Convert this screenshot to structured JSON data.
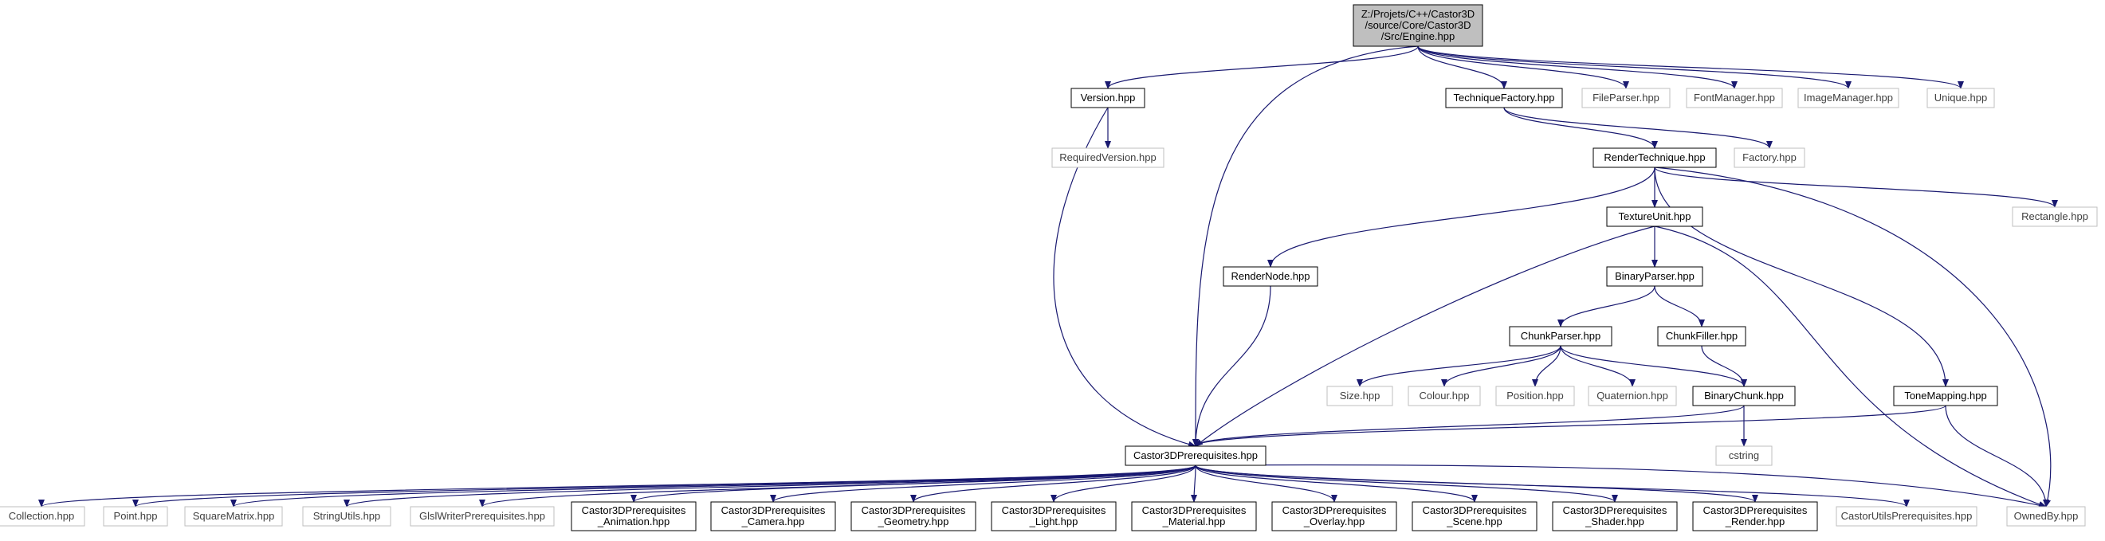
{
  "graph": {
    "colors": {
      "edge": "#191970",
      "root_fill": "#bfbfbf",
      "node_fill": "#ffffff",
      "node_border": "#000000",
      "leaf_border": "#bfbfbf",
      "node_text": "#000000",
      "leaf_text": "#404040"
    },
    "nodes": [
      {
        "id": "engine",
        "lines": [
          "Z:/Projets/C++/Castor3D",
          "/source/Core/Castor3D",
          "/Src/Engine.hpp"
        ],
        "kind": "root"
      },
      {
        "id": "version",
        "lines": [
          "Version.hpp"
        ],
        "kind": "normal"
      },
      {
        "id": "techfactory",
        "lines": [
          "TechniqueFactory.hpp"
        ],
        "kind": "normal"
      },
      {
        "id": "fileparser",
        "lines": [
          "FileParser.hpp"
        ],
        "kind": "leaf"
      },
      {
        "id": "fontmanager",
        "lines": [
          "FontManager.hpp"
        ],
        "kind": "leaf"
      },
      {
        "id": "imagemanager",
        "lines": [
          "ImageManager.hpp"
        ],
        "kind": "leaf"
      },
      {
        "id": "unique",
        "lines": [
          "Unique.hpp"
        ],
        "kind": "leaf"
      },
      {
        "id": "reqversion",
        "lines": [
          "RequiredVersion.hpp"
        ],
        "kind": "leaf"
      },
      {
        "id": "rendertech",
        "lines": [
          "RenderTechnique.hpp"
        ],
        "kind": "normal"
      },
      {
        "id": "factory",
        "lines": [
          "Factory.hpp"
        ],
        "kind": "leaf"
      },
      {
        "id": "textureunit",
        "lines": [
          "TextureUnit.hpp"
        ],
        "kind": "normal"
      },
      {
        "id": "rectangle",
        "lines": [
          "Rectangle.hpp"
        ],
        "kind": "leaf"
      },
      {
        "id": "rendernode",
        "lines": [
          "RenderNode.hpp"
        ],
        "kind": "normal"
      },
      {
        "id": "binaryparser",
        "lines": [
          "BinaryParser.hpp"
        ],
        "kind": "normal"
      },
      {
        "id": "chunkparser",
        "lines": [
          "ChunkParser.hpp"
        ],
        "kind": "normal"
      },
      {
        "id": "chunkfiller",
        "lines": [
          "ChunkFiller.hpp"
        ],
        "kind": "normal"
      },
      {
        "id": "size",
        "lines": [
          "Size.hpp"
        ],
        "kind": "leaf"
      },
      {
        "id": "colour",
        "lines": [
          "Colour.hpp"
        ],
        "kind": "leaf"
      },
      {
        "id": "position",
        "lines": [
          "Position.hpp"
        ],
        "kind": "leaf"
      },
      {
        "id": "quaternion",
        "lines": [
          "Quaternion.hpp"
        ],
        "kind": "leaf"
      },
      {
        "id": "binarychunk",
        "lines": [
          "BinaryChunk.hpp"
        ],
        "kind": "normal"
      },
      {
        "id": "tonemapping",
        "lines": [
          "ToneMapping.hpp"
        ],
        "kind": "normal"
      },
      {
        "id": "prereq",
        "lines": [
          "Castor3DPrerequisites.hpp"
        ],
        "kind": "normal"
      },
      {
        "id": "cstring",
        "lines": [
          "cstring"
        ],
        "kind": "leaf"
      },
      {
        "id": "collection",
        "lines": [
          "Collection.hpp"
        ],
        "kind": "leaf"
      },
      {
        "id": "point",
        "lines": [
          "Point.hpp"
        ],
        "kind": "leaf"
      },
      {
        "id": "squarematrix",
        "lines": [
          "SquareMatrix.hpp"
        ],
        "kind": "leaf"
      },
      {
        "id": "stringutils",
        "lines": [
          "StringUtils.hpp"
        ],
        "kind": "leaf"
      },
      {
        "id": "glslwriter",
        "lines": [
          "GlslWriterPrerequisites.hpp"
        ],
        "kind": "leaf"
      },
      {
        "id": "pre_anim",
        "lines": [
          "Castor3DPrerequisites",
          "_Animation.hpp"
        ],
        "kind": "normal"
      },
      {
        "id": "pre_camera",
        "lines": [
          "Castor3DPrerequisites",
          "_Camera.hpp"
        ],
        "kind": "normal"
      },
      {
        "id": "pre_geom",
        "lines": [
          "Castor3DPrerequisites",
          "_Geometry.hpp"
        ],
        "kind": "normal"
      },
      {
        "id": "pre_light",
        "lines": [
          "Castor3DPrerequisites",
          "_Light.hpp"
        ],
        "kind": "normal"
      },
      {
        "id": "pre_material",
        "lines": [
          "Castor3DPrerequisites",
          "_Material.hpp"
        ],
        "kind": "normal"
      },
      {
        "id": "pre_overlay",
        "lines": [
          "Castor3DPrerequisites",
          "_Overlay.hpp"
        ],
        "kind": "normal"
      },
      {
        "id": "pre_scene",
        "lines": [
          "Castor3DPrerequisites",
          "_Scene.hpp"
        ],
        "kind": "normal"
      },
      {
        "id": "pre_shader",
        "lines": [
          "Castor3DPrerequisites",
          "_Shader.hpp"
        ],
        "kind": "normal"
      },
      {
        "id": "pre_render",
        "lines": [
          "Castor3DPrerequisites",
          "_Render.hpp"
        ],
        "kind": "normal"
      },
      {
        "id": "castorutils",
        "lines": [
          "CastorUtilsPrerequisites.hpp"
        ],
        "kind": "leaf"
      },
      {
        "id": "ownedby",
        "lines": [
          "OwnedBy.hpp"
        ],
        "kind": "leaf"
      }
    ],
    "edges": [
      [
        "engine",
        "version"
      ],
      [
        "engine",
        "prereq"
      ],
      [
        "engine",
        "techfactory"
      ],
      [
        "engine",
        "fileparser"
      ],
      [
        "engine",
        "fontmanager"
      ],
      [
        "engine",
        "imagemanager"
      ],
      [
        "engine",
        "unique"
      ],
      [
        "version",
        "reqversion"
      ],
      [
        "version",
        "prereq"
      ],
      [
        "techfactory",
        "rendertech"
      ],
      [
        "techfactory",
        "factory"
      ],
      [
        "rendertech",
        "textureunit"
      ],
      [
        "rendertech",
        "rendernode"
      ],
      [
        "rendertech",
        "rectangle"
      ],
      [
        "rendertech",
        "tonemapping"
      ],
      [
        "rendertech",
        "ownedby"
      ],
      [
        "textureunit",
        "binaryparser"
      ],
      [
        "textureunit",
        "prereq"
      ],
      [
        "textureunit",
        "ownedby"
      ],
      [
        "rendernode",
        "prereq"
      ],
      [
        "binaryparser",
        "chunkparser"
      ],
      [
        "binaryparser",
        "chunkfiller"
      ],
      [
        "chunkparser",
        "size"
      ],
      [
        "chunkparser",
        "colour"
      ],
      [
        "chunkparser",
        "position"
      ],
      [
        "chunkparser",
        "quaternion"
      ],
      [
        "chunkparser",
        "binarychunk"
      ],
      [
        "chunkfiller",
        "binarychunk"
      ],
      [
        "binarychunk",
        "prereq"
      ],
      [
        "binarychunk",
        "cstring"
      ],
      [
        "tonemapping",
        "prereq"
      ],
      [
        "tonemapping",
        "ownedby"
      ],
      [
        "prereq",
        "collection"
      ],
      [
        "prereq",
        "point"
      ],
      [
        "prereq",
        "squarematrix"
      ],
      [
        "prereq",
        "stringutils"
      ],
      [
        "prereq",
        "glslwriter"
      ],
      [
        "prereq",
        "pre_anim"
      ],
      [
        "prereq",
        "pre_camera"
      ],
      [
        "prereq",
        "pre_geom"
      ],
      [
        "prereq",
        "pre_light"
      ],
      [
        "prereq",
        "pre_material"
      ],
      [
        "prereq",
        "pre_overlay"
      ],
      [
        "prereq",
        "pre_scene"
      ],
      [
        "prereq",
        "pre_shader"
      ],
      [
        "prereq",
        "pre_render"
      ],
      [
        "prereq",
        "castorutils"
      ],
      [
        "prereq",
        "ownedby"
      ]
    ]
  }
}
